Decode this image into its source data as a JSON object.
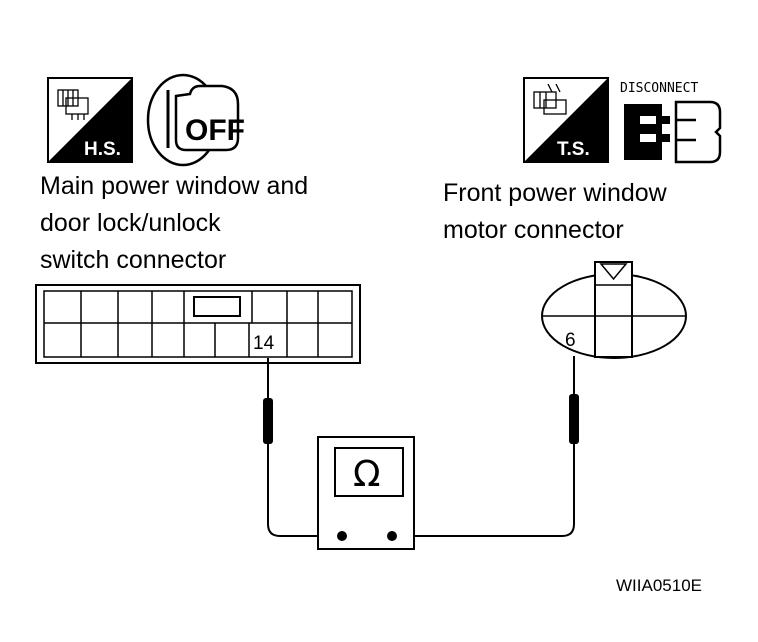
{
  "left_connector": {
    "badge_text": "H.S.",
    "key_text": "OFF",
    "label_lines": [
      "Main power window and",
      "door lock/unlock",
      "switch connector"
    ],
    "pin_label": "14"
  },
  "right_connector": {
    "badge_text": "T.S.",
    "disconnect_text": "DISCONNECT",
    "label_lines": [
      "Front power window",
      "motor connector"
    ],
    "pin_label": "6"
  },
  "meter": {
    "symbol": "Ω"
  },
  "figure_code": "WIIA0510E",
  "icons": [
    "hs-harness-icon",
    "ignition-off-key-icon",
    "ts-terminal-icon",
    "disconnect-connector-icon",
    "ohmmeter-icon"
  ]
}
